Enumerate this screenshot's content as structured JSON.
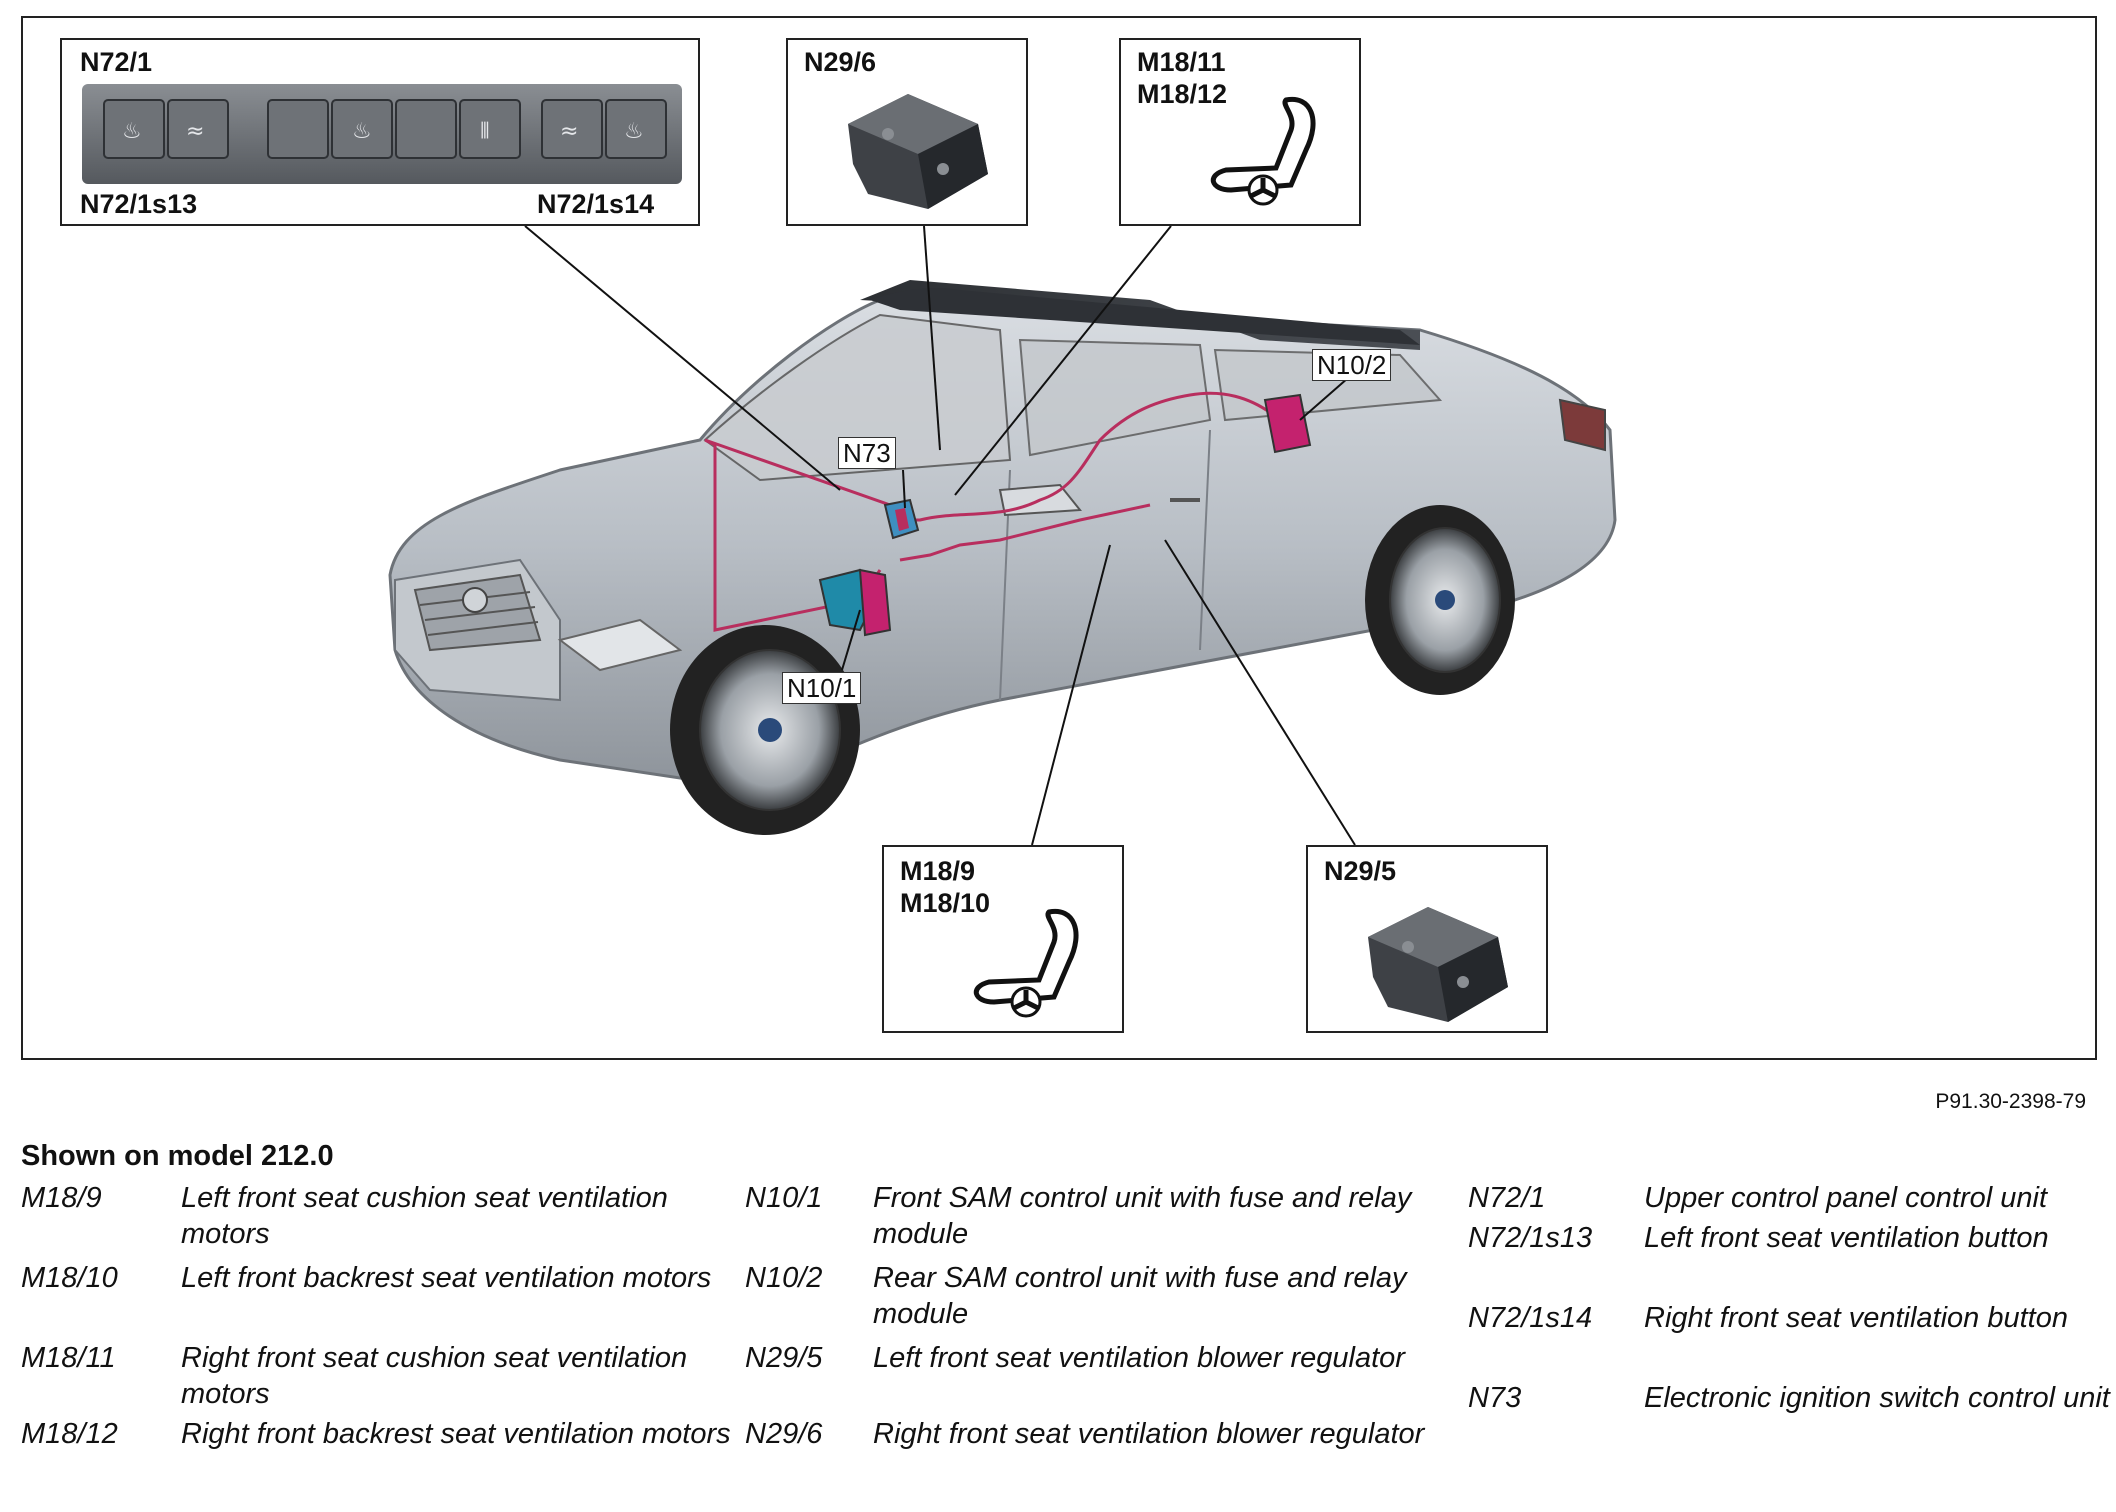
{
  "callouts": {
    "n72_1": {
      "title": "N72/1",
      "left_button": "N72/1s13",
      "right_button": "N72/1s14"
    },
    "n29_6": {
      "title": "N29/6"
    },
    "m18_11": {
      "title": "M18/11\nM18/12"
    },
    "m18_9": {
      "title": "M18/9\nM18/10"
    },
    "n29_5": {
      "title": "N29/5"
    }
  },
  "tags": {
    "n73": "N73",
    "n10_2": "N10/2",
    "n10_1": "N10/1"
  },
  "figure_id": "P91.30-2398-79",
  "legend": {
    "title": "Shown on model 212.0",
    "columns": [
      [
        {
          "code": "M18/9",
          "desc": "Left front seat cushion seat ventilation motors"
        },
        {
          "code": "M18/10",
          "desc": "Left front backrest seat ventilation motors"
        },
        {
          "code": "M18/11",
          "desc": "Right front seat cushion seat ventilation motors"
        },
        {
          "code": "M18/12",
          "desc": "Right front backrest seat ventilation motors"
        }
      ],
      [
        {
          "code": "N10/1",
          "desc": "Front SAM control unit with fuse and relay module"
        },
        {
          "code": "N10/2",
          "desc": "Rear SAM control unit with fuse and relay module"
        },
        {
          "code": "N29/5",
          "desc": "Left front seat ventilation blower regulator"
        },
        {
          "code": "N29/6",
          "desc": "Right front seat ventilation blower regulator"
        }
      ],
      [
        {
          "code": "N72/1",
          "desc": "Upper control panel control unit"
        },
        {
          "code": "N72/1s13",
          "desc": "Left front seat ventilation button"
        },
        {
          "code": "N72/1s14",
          "desc": "Right front seat ventilation button"
        },
        {
          "code": "N73",
          "desc": "Electronic ignition switch control unit"
        }
      ]
    ]
  }
}
